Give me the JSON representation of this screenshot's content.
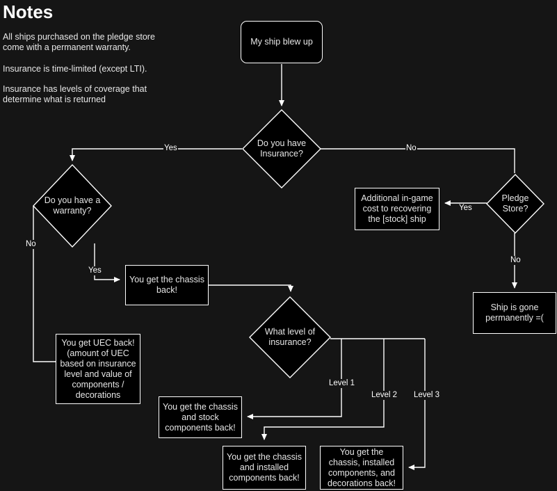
{
  "notes": {
    "title": "Notes",
    "paragraphs": [
      "All ships purchased on the pledge store come with a permanent warranty.",
      "Insurance is time-limited (except LTI).",
      "Insurance has levels of coverage that determine what is returned"
    ]
  },
  "colors": {
    "background": "#151515",
    "node_fill": "#000000",
    "stroke": "#ffffff",
    "text": "#e6e6e6"
  },
  "flow": {
    "nodes": {
      "start": {
        "label": "My ship blew up",
        "shape": "rounded-rect"
      },
      "have_insurance": {
        "label": "Do you have\nInsurance?",
        "shape": "diamond"
      },
      "have_warranty": {
        "label": "Do you have a\nwarranty?",
        "shape": "diamond"
      },
      "pledge_store": {
        "label": "Pledge\nStore?",
        "shape": "diamond"
      },
      "what_level": {
        "label": "What level of\ninsurance?",
        "shape": "diamond"
      },
      "additional_cost": {
        "label": "Additional in-game cost to recovering the [stock] ship",
        "shape": "rect"
      },
      "ship_gone": {
        "label": "Ship is gone permanently =(",
        "shape": "rect"
      },
      "chassis_back": {
        "label": "You get the chassis back!",
        "shape": "rect"
      },
      "uec_back": {
        "label": "You get UEC back! (amount of UEC based on insurance level and value of components / decorations",
        "shape": "rect"
      },
      "chassis_stock": {
        "label": "You get the chassis and stock components back!",
        "shape": "rect"
      },
      "chassis_installed": {
        "label": "You get the chassis and installed components back!",
        "shape": "rect"
      },
      "chassis_decorations": {
        "label": "You get the chassis, installed components, and decorations back!",
        "shape": "rect"
      }
    },
    "edge_labels": {
      "insurance_yes": "Yes",
      "insurance_no": "No",
      "warranty_yes": "Yes",
      "warranty_no": "No",
      "pledge_yes": "Yes",
      "pledge_no": "No",
      "level_1": "Level 1",
      "level_2": "Level 2",
      "level_3": "Level 3"
    }
  }
}
